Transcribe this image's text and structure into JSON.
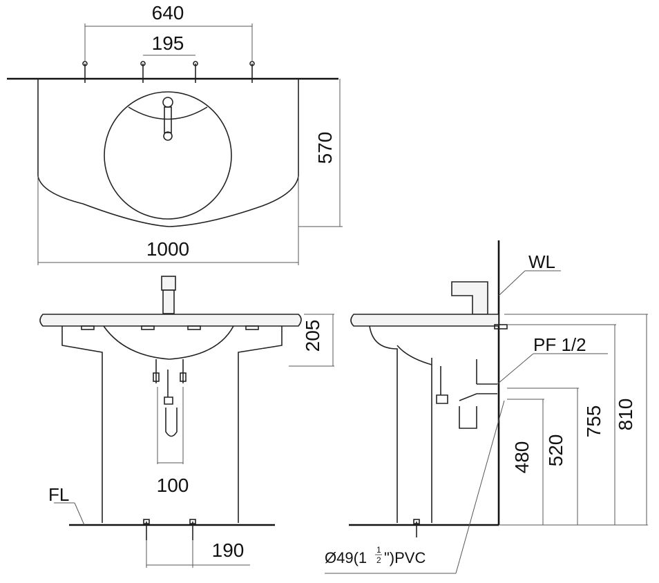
{
  "top_view": {
    "dim_faucet_span": "640",
    "dim_tap_span": "195",
    "dim_depth": "570",
    "dim_width": "1000"
  },
  "front_view": {
    "dim_height": "205",
    "dim_drain": "100",
    "dim_mount": "190",
    "floor_label": "FL"
  },
  "side_view": {
    "wall_label": "WL",
    "supply_label": "PF 1/2",
    "dim_480": "480",
    "dim_520": "520",
    "dim_755": "755",
    "dim_810": "810",
    "pipe_label": "Ø49(1",
    "pipe_frac_num": "1",
    "pipe_frac_den": "2",
    "pipe_label_end": "\")PVC"
  }
}
